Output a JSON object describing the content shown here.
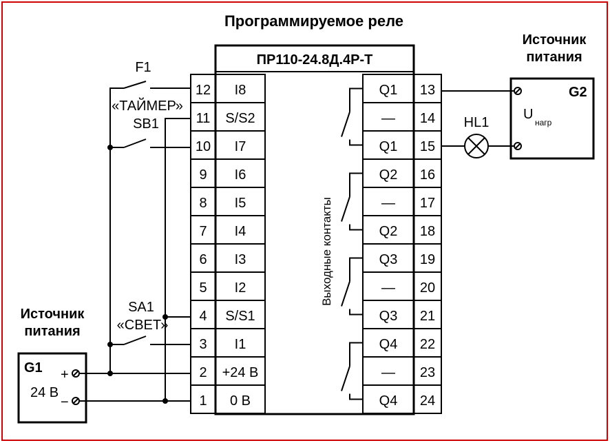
{
  "title": "Программируемое реле",
  "model": "ПР110-24.8Д.4Р-Т",
  "left_terminals": [
    {
      "num": "12",
      "sig": "I8"
    },
    {
      "num": "11",
      "sig": "S/S2"
    },
    {
      "num": "10",
      "sig": "I7"
    },
    {
      "num": "9",
      "sig": "I6"
    },
    {
      "num": "8",
      "sig": "I5"
    },
    {
      "num": "7",
      "sig": "I4"
    },
    {
      "num": "6",
      "sig": "I3"
    },
    {
      "num": "5",
      "sig": "I2"
    },
    {
      "num": "4",
      "sig": "S/S1"
    },
    {
      "num": "3",
      "sig": "I1"
    },
    {
      "num": "2",
      "sig": "+24 В"
    },
    {
      "num": "1",
      "sig": "0 В"
    }
  ],
  "right_terminals": [
    {
      "num": "13",
      "sig": "Q1"
    },
    {
      "num": "14",
      "sig": "—"
    },
    {
      "num": "15",
      "sig": "Q1"
    },
    {
      "num": "16",
      "sig": "Q2"
    },
    {
      "num": "17",
      "sig": "—"
    },
    {
      "num": "18",
      "sig": "Q2"
    },
    {
      "num": "19",
      "sig": "Q3"
    },
    {
      "num": "20",
      "sig": "—"
    },
    {
      "num": "21",
      "sig": "Q3"
    },
    {
      "num": "22",
      "sig": "Q4"
    },
    {
      "num": "23",
      "sig": "—"
    },
    {
      "num": "24",
      "sig": "Q4"
    }
  ],
  "outputs_label": "Выходные контакты",
  "f1": {
    "name": "F1",
    "label": "«ТАЙМЕР»"
  },
  "sb1": {
    "name": "SB1"
  },
  "sa1": {
    "name": "SA1",
    "label": "«СВЕТ»"
  },
  "g1": {
    "name": "G1",
    "voltage": "24 В",
    "plus": "+",
    "minus": "−",
    "title_line1": "Источник",
    "title_line2": "питания"
  },
  "g2": {
    "name": "G2",
    "u": "U",
    "u_sub": "нагр",
    "title_line1": "Источник",
    "title_line2": "питания"
  },
  "lamp": {
    "name": "HL1"
  }
}
